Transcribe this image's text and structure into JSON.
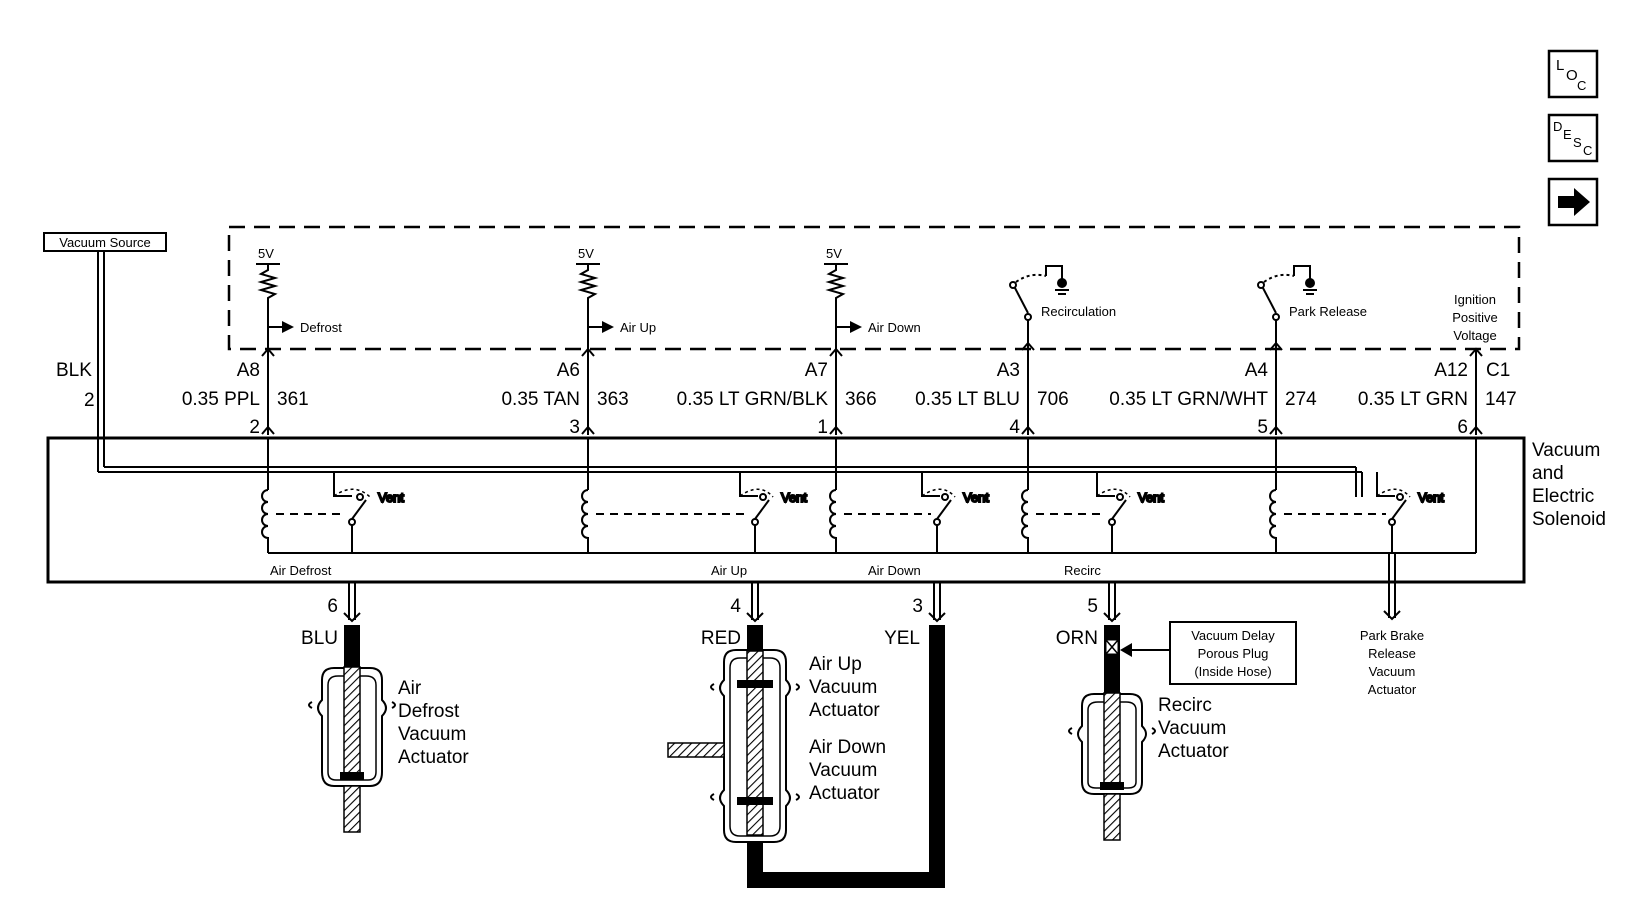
{
  "nav": {
    "loc": {
      "main": "L",
      "sub": "O",
      "sub2": "C"
    },
    "desc": {
      "main": "D",
      "sub": "E",
      "sub2": "S",
      "sub3": "C"
    },
    "next_glyph": "➡"
  },
  "vacuum_source": "Vacuum Source",
  "blk": {
    "color": "BLK",
    "pin": "2"
  },
  "module_inputs": [
    {
      "supply": "5V",
      "label": "Defrost"
    },
    {
      "supply": "5V",
      "label": "Air Up"
    },
    {
      "supply": "5V",
      "label": "Air Down"
    },
    {
      "label": "Recirculation"
    },
    {
      "label": "Park Release"
    },
    {
      "label": "Ignition Positive Voltage",
      "lines": [
        "Ignition",
        "Positive",
        "Voltage"
      ]
    }
  ],
  "circuits": [
    {
      "cavity": "A8",
      "wire": "0.35 PPL",
      "circuit": "361",
      "pin": "2"
    },
    {
      "cavity": "A6",
      "wire": "0.35 TAN",
      "circuit": "363",
      "pin": "3"
    },
    {
      "cavity": "A7",
      "wire": "0.35 LT GRN/BLK",
      "circuit": "366",
      "pin": "1"
    },
    {
      "cavity": "A3",
      "wire": "0.35 LT BLU",
      "circuit": "706",
      "pin": "4"
    },
    {
      "cavity": "A4",
      "wire": "0.35 LT GRN/WHT",
      "circuit": "274",
      "pin": "5"
    },
    {
      "cavity": "A12",
      "wire": "0.35 LT GRN",
      "circuit": "147",
      "pin": "6"
    }
  ],
  "connector": "C1",
  "solenoid": {
    "lines": [
      "Vacuum",
      "and",
      "Electric",
      "Solenoid"
    ],
    "vent_label": "Vent"
  },
  "outputs": [
    {
      "label": "Air Defrost",
      "pin": "6",
      "color": "BLU"
    },
    {
      "label": "Air Up",
      "pin": "4",
      "color": "RED"
    },
    {
      "label": "Air Down",
      "pin": "3",
      "color": "YEL"
    },
    {
      "label": "Recirc",
      "pin": "5",
      "color": "ORN"
    }
  ],
  "actuators": {
    "air_defrost": [
      "Air",
      "Defrost",
      "Vacuum",
      "Actuator"
    ],
    "air_up": [
      "Air Up",
      "Vacuum",
      "Actuator"
    ],
    "air_down": [
      "Air Down",
      "Vacuum",
      "Actuator"
    ],
    "recirc": [
      "Recirc",
      "Vacuum",
      "Actuator"
    ],
    "park_brake": [
      "Park Brake",
      "Release",
      "Vacuum",
      "Actuator"
    ]
  },
  "delay_plug": [
    "Vacuum Delay",
    "Porous Plug",
    "(Inside Hose)"
  ]
}
